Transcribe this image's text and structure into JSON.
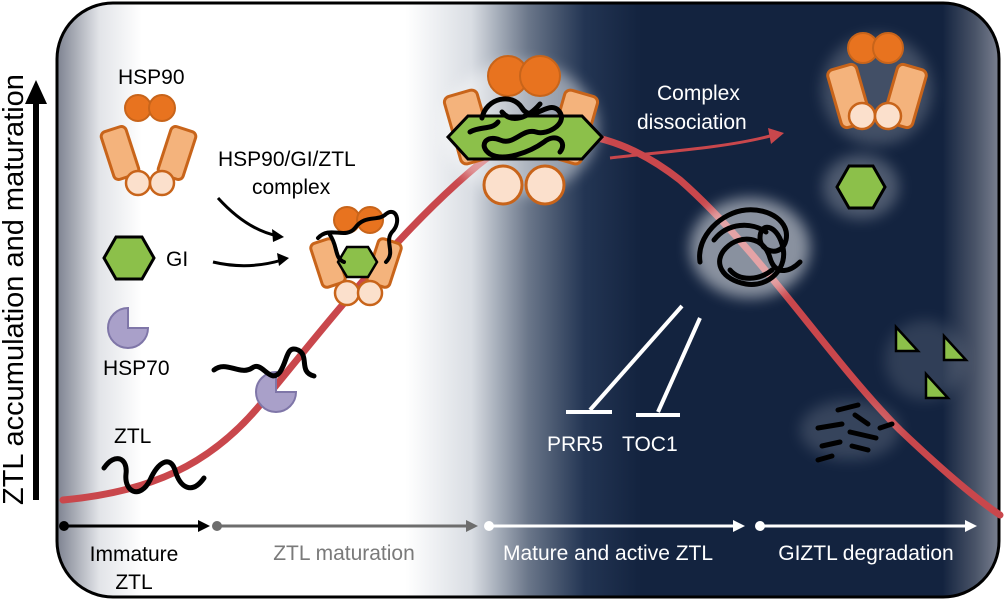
{
  "y_axis_label": "ZTL accumulation and maturation",
  "components": {
    "hsp90": "HSP90",
    "gi": "GI",
    "hsp70": "HSP70",
    "ztl": "ZTL",
    "complex_line1": "HSP90/GI/ZTL",
    "complex_line2": "complex"
  },
  "dissociation": {
    "line1": "Complex",
    "line2": "dissociation"
  },
  "targets": {
    "prr5": "PRR5",
    "toc1": "TOC1"
  },
  "stages": [
    {
      "line1": "Immature",
      "line2": "ZTL"
    },
    {
      "line1": "ZTL maturation"
    },
    {
      "line1": "Mature and active ZTL"
    },
    {
      "line1": "GIZTL degradation"
    }
  ],
  "colors": {
    "dark_panel": "#13233f",
    "hsp90_orange": "#e8731f",
    "hsp90_light": "#f4b37c",
    "hsp90_pale": "#fbe0cc",
    "gi_green": "#8cc04a",
    "hsp70_purple": "#a9a0c9",
    "curve_red": "#c9474c"
  }
}
